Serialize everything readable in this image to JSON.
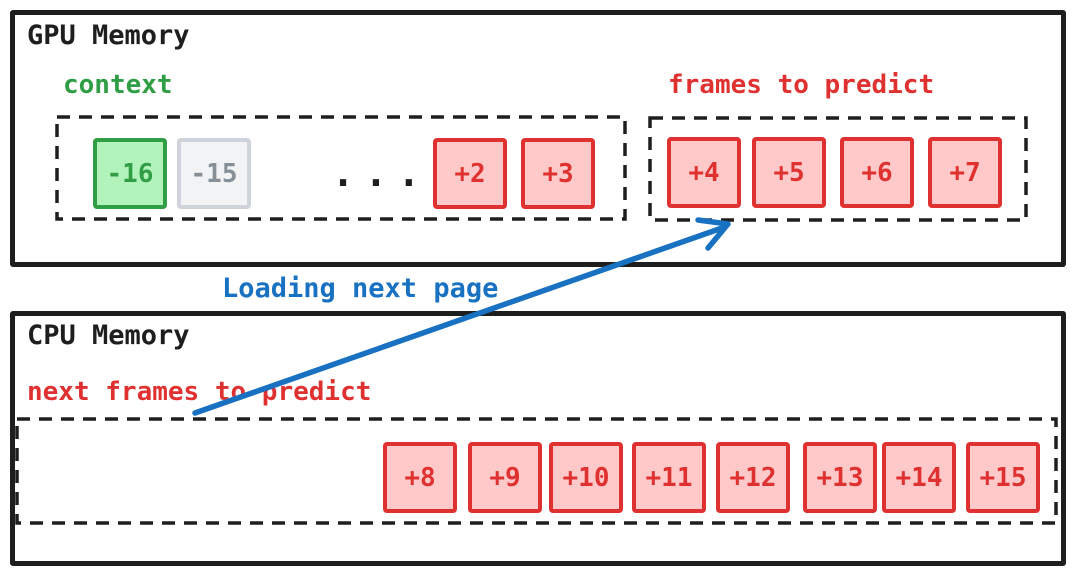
{
  "colors": {
    "outline": "#1e1e1e",
    "red_stroke": "#e03131",
    "red_fill": "#ffc9c9",
    "green_stroke": "#2f9e44",
    "green_fill": "#b2f2bb",
    "gray_stroke": "#ced4da",
    "gray_fill": "#f1f3f5",
    "gray_text": "#868e96",
    "blue": "#1971c2"
  },
  "gpu": {
    "title": "GPU Memory",
    "context": {
      "label": "context",
      "ellipsis": "...",
      "cells": [
        {
          "label": "-16",
          "variant": "green"
        },
        {
          "label": "-15",
          "variant": "gray"
        },
        {
          "label": "+2",
          "variant": "red"
        },
        {
          "label": "+3",
          "variant": "red"
        }
      ]
    },
    "frames_to_predict": {
      "label": "frames to predict",
      "cells": [
        {
          "label": "+4",
          "variant": "red"
        },
        {
          "label": "+5",
          "variant": "red"
        },
        {
          "label": "+6",
          "variant": "red"
        },
        {
          "label": "+7",
          "variant": "red"
        }
      ]
    }
  },
  "transfer": {
    "label": "Loading next page"
  },
  "cpu": {
    "title": "CPU Memory",
    "next_frames_to_predict": {
      "label": "next frames to predict",
      "cells": [
        {
          "label": "+8",
          "variant": "red"
        },
        {
          "label": "+9",
          "variant": "red"
        },
        {
          "label": "+10",
          "variant": "red"
        },
        {
          "label": "+11",
          "variant": "red"
        },
        {
          "label": "+12",
          "variant": "red"
        },
        {
          "label": "+13",
          "variant": "red"
        },
        {
          "label": "+14",
          "variant": "red"
        },
        {
          "label": "+15",
          "variant": "red"
        }
      ]
    }
  }
}
